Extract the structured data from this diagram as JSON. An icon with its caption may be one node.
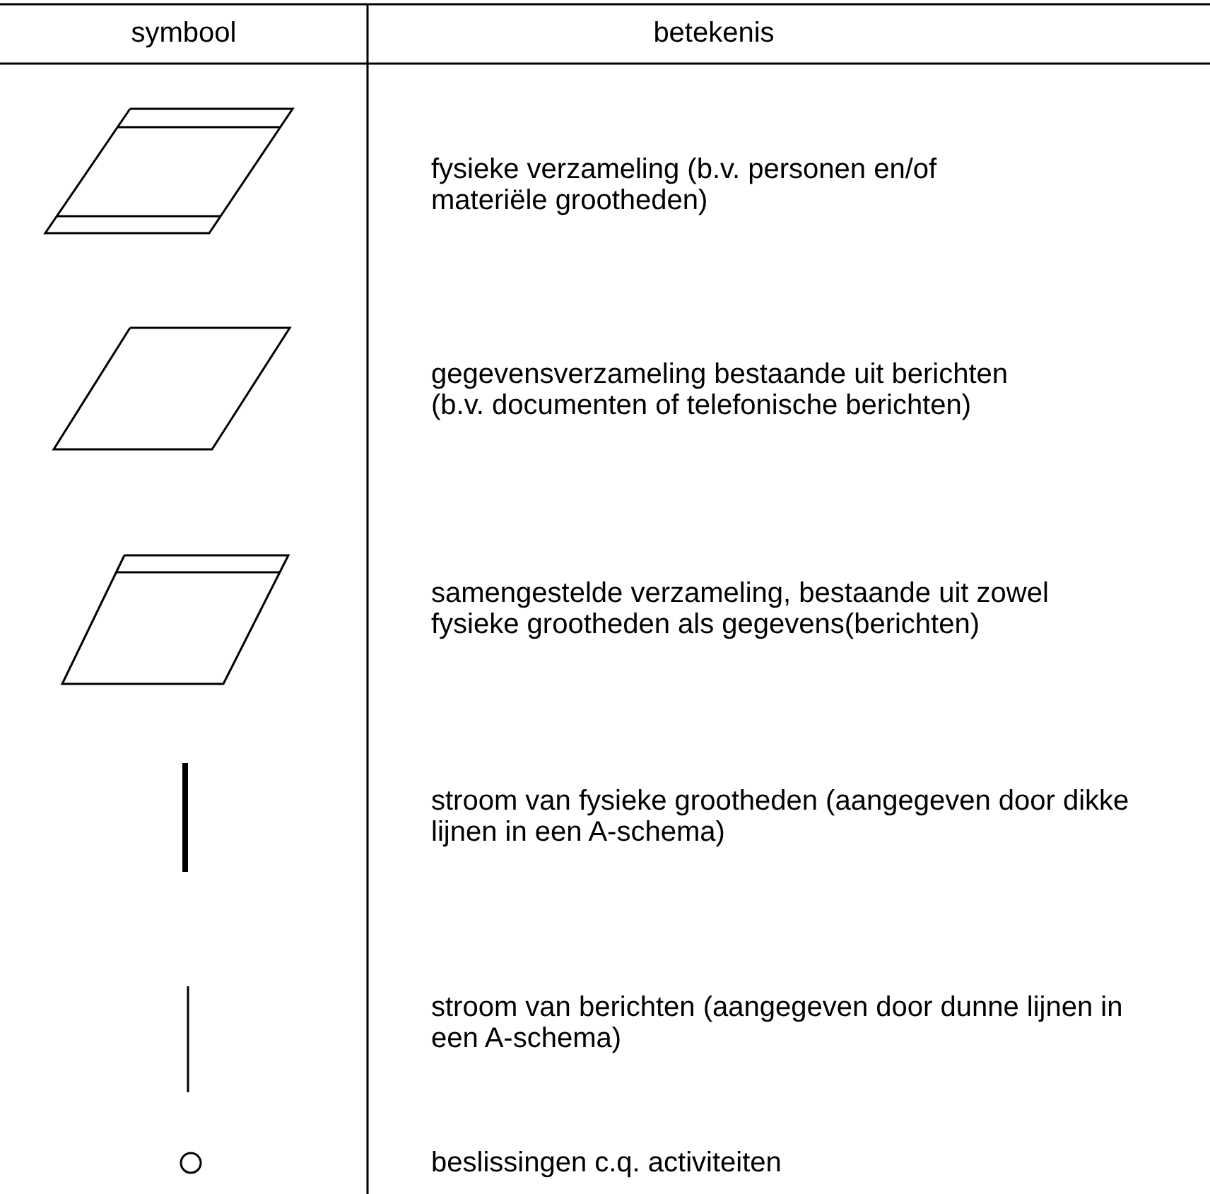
{
  "diagram": {
    "labels": [
      "symbool",
      "betekenis"
    ],
    "legend": [
      {
        "text": "fysieke verzameling (b.v. personen en/of materiële grootheden)"
      },
      {
        "text": "gegevensverzameling bestaande uit berichten (b.v. documenten of telefonische berichten)"
      },
      {
        "text": "samengestelde verzameling, bestaande uit zowel fysieke grootheden als gegevens(berichten)"
      },
      {
        "text": "stroom van fysieke grootheden (aangegeven door dikke lijnen in een A-schema)"
      },
      {
        "text": "stroom van berichten (aangegeven door dunne lijnen in een A-schema)"
      },
      {
        "text": "beslissingen c.q. activiteiten"
      }
    ]
  }
}
